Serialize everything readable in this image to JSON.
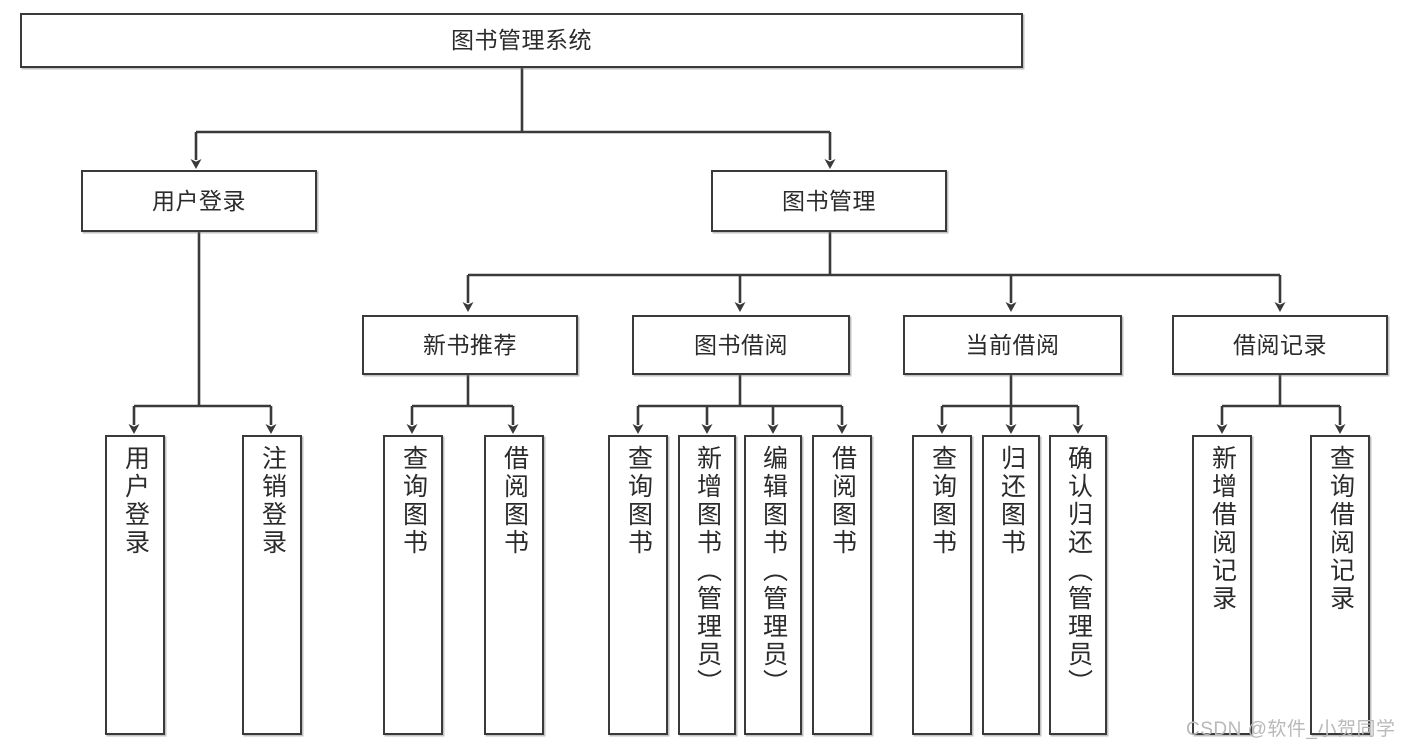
{
  "diagram": {
    "title": "图书管理系统",
    "root": {
      "label": "图书管理系统"
    },
    "level1": [
      {
        "label": "用户登录"
      },
      {
        "label": "图书管理"
      }
    ],
    "level2": [
      {
        "label": "新书推荐"
      },
      {
        "label": "图书借阅"
      },
      {
        "label": "当前借阅"
      },
      {
        "label": "借阅记录"
      }
    ],
    "leaves": [
      {
        "label": "用户登录",
        "parent": "用户登录"
      },
      {
        "label": "注销登录",
        "parent": "用户登录"
      },
      {
        "label": "查询图书",
        "parent": "新书推荐"
      },
      {
        "label": "借阅图书",
        "parent": "新书推荐"
      },
      {
        "label": "查询图书",
        "parent": "图书借阅"
      },
      {
        "label": "新增图书（管理员）",
        "parent": "图书借阅"
      },
      {
        "label": "编辑图书（管理员）",
        "parent": "图书借阅"
      },
      {
        "label": "借阅图书",
        "parent": "图书借阅"
      },
      {
        "label": "查询图书",
        "parent": "当前借阅"
      },
      {
        "label": "归还图书",
        "parent": "当前借阅"
      },
      {
        "label": "确认归还（管理员）",
        "parent": "当前借阅"
      },
      {
        "label": "新增借阅记录",
        "parent": "借阅记录"
      },
      {
        "label": "查询借阅记录",
        "parent": "借阅记录"
      }
    ]
  },
  "watermark": {
    "text": "CSDN @软件_小贺同学"
  },
  "colors": {
    "stroke": "#3a3a3a",
    "fill": "#ffffff",
    "text": "#2b2b2b",
    "watermark": "#b9b9b9"
  }
}
